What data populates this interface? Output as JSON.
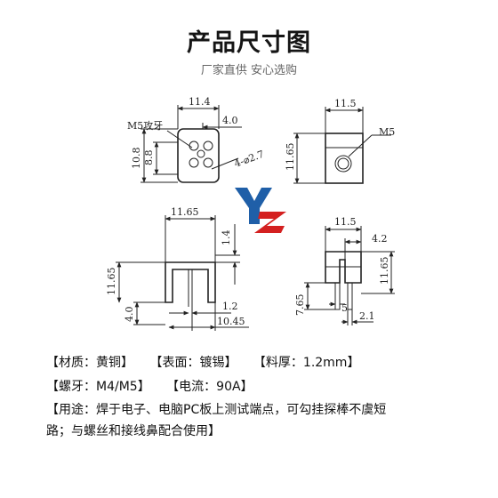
{
  "header": {
    "title": "产品尺寸图",
    "subtitle": "厂家直供  安心选购"
  },
  "drawing": {
    "top_view": {
      "dim_width": "11.4",
      "dim_offset": "4.0",
      "dim_height_outer": "10.8",
      "dim_height_inner": "8.8",
      "label_thread": "M5攻牙",
      "label_holes": "4-⌀2.7"
    },
    "side_view": {
      "dim_width": "11.5",
      "dim_height": "11.65",
      "label_thread": "M5"
    },
    "logo_text": "YZ",
    "front_view": {
      "dim_width": "11.65",
      "dim_top": "1.4",
      "dim_height": "11.65",
      "dim_pin": "4.0",
      "dim_thick": "1.2",
      "dim_base": "10.45"
    },
    "right_view": {
      "dim_width": "11.5",
      "dim_slot": "4.2",
      "dim_height": "11.65",
      "dim_pin_len": "7.65",
      "dim_pin_gap": "5",
      "dim_pin_w": "2.1"
    }
  },
  "specs": {
    "line1": [
      "【材质：黄铜】",
      "【表面：镀锡】",
      "【料厚：1.2mm】"
    ],
    "line2": [
      "【螺牙：M4/M5】",
      "【电流：90A】"
    ],
    "line3": "【用途：焊于电子、电脑PC板上测试端点，可勾挂探棒不虞短",
    "line4": "路；与螺丝和接线鼻配合使用】"
  },
  "colors": {
    "logo_blue": "#1f5fa8",
    "logo_red": "#d42020"
  }
}
